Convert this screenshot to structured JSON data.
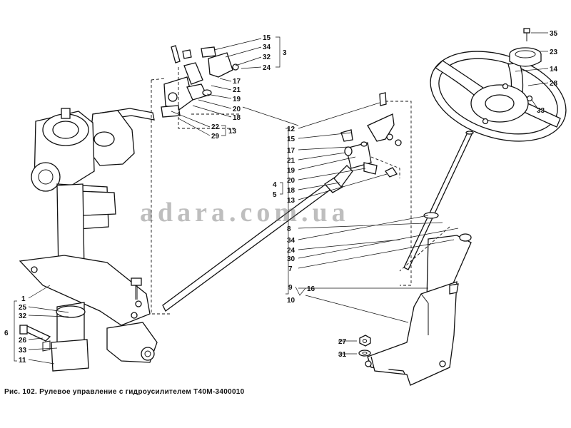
{
  "caption": "Рис. 102. Рулевое управление с гидроусилителем Т40М-3400010",
  "watermark": "adara.com.ua",
  "callouts": {
    "c35": "35",
    "c23": "23",
    "c14": "14",
    "c28": "28",
    "c33a": "33",
    "c15a": "15",
    "c34a": "34",
    "c32a": "32",
    "c3": "3",
    "c24a": "24",
    "c17a": "17",
    "c21a": "21",
    "c19a": "19",
    "c20a": "20",
    "c18a": "18",
    "c22": "22",
    "c29": "29",
    "c13a": "13",
    "c12": "12",
    "c15b": "15",
    "c17b": "17",
    "c21b": "21",
    "c19b": "19",
    "c20b": "20",
    "c4": "4",
    "c18b": "18",
    "c5": "5",
    "c13b": "13",
    "c8": "8",
    "c34b": "34",
    "c24b": "24",
    "c30": "30",
    "c7": "7",
    "c9": "9",
    "c16": "16",
    "c10": "10",
    "c27": "27",
    "c31": "31",
    "c1": "1",
    "c25": "25",
    "c32b": "32",
    "c6": "6",
    "c26": "26",
    "c33b": "33",
    "c11": "11"
  }
}
